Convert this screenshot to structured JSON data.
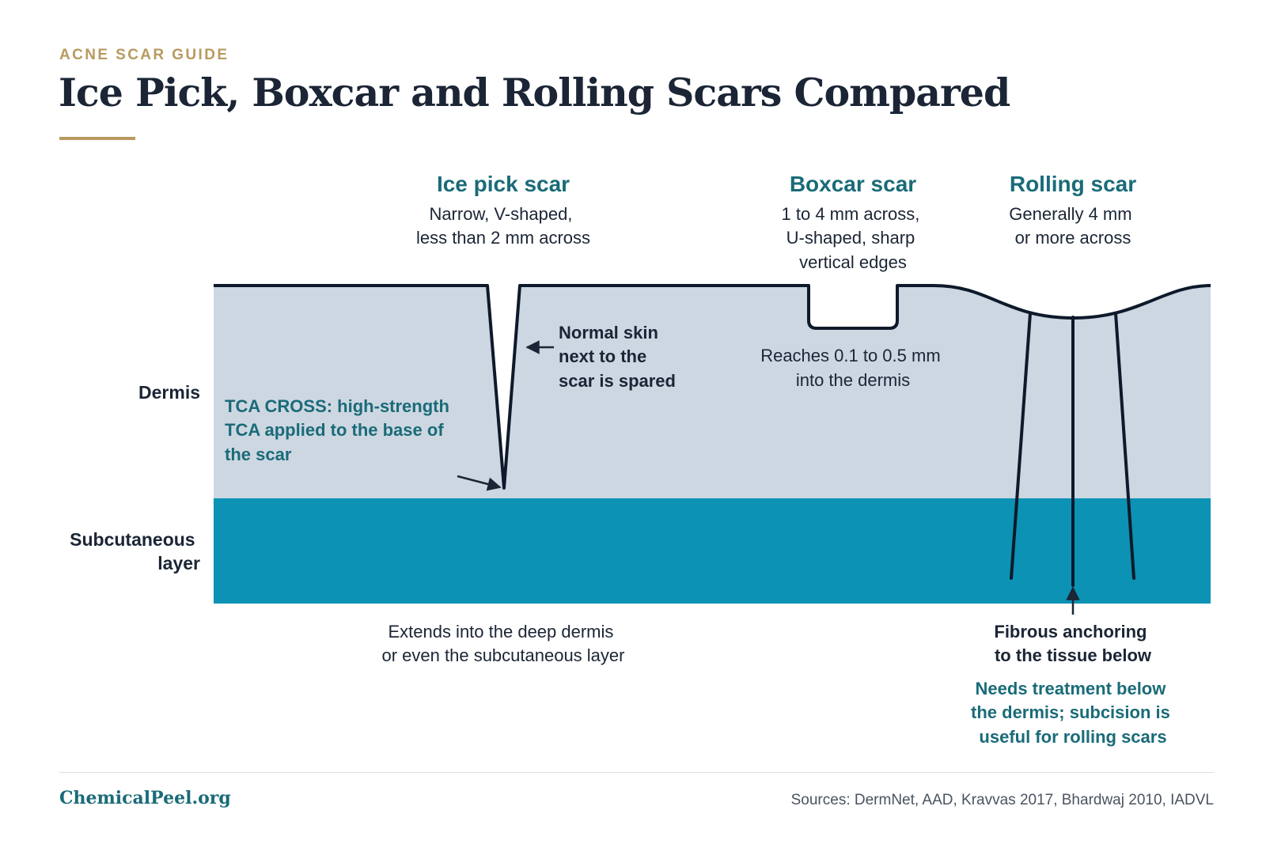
{
  "header": {
    "kicker": "ACNE SCAR GUIDE",
    "title": "Ice Pick, Boxcar and Rolling Scars Compared"
  },
  "layers": {
    "dermis": "Dermis",
    "subcutaneous": [
      "Subcutaneous",
      "layer"
    ]
  },
  "scars": {
    "ice_pick": {
      "title": "Ice pick scar",
      "desc": [
        "Narrow, V-shaped,",
        "less than 2 mm across"
      ],
      "depth_note": [
        "Extends into the deep dermis",
        "or even the subcutaneous layer"
      ],
      "side_note": [
        "Normal skin",
        "next to the",
        "scar is spared"
      ],
      "treatment": [
        "TCA CROSS: high-strength",
        "TCA applied to the base of",
        "the scar"
      ]
    },
    "boxcar": {
      "title": "Boxcar scar",
      "desc": [
        "1 to 4 mm across,",
        "U-shaped, sharp",
        "vertical edges"
      ],
      "depth_note": [
        "Reaches 0.1 to 0.5 mm",
        "into the dermis"
      ]
    },
    "rolling": {
      "title": "Rolling scar",
      "desc": [
        "Generally 4 mm",
        "or more across"
      ],
      "anchor_note": [
        "Fibrous anchoring",
        "to the tissue below"
      ],
      "treatment": [
        "Needs treatment below",
        "the dermis; subcision is",
        "useful for rolling scars"
      ]
    }
  },
  "colors": {
    "dermis": "#cdd7e2",
    "subcutaneous": "#0b92b5",
    "outline": "#1b2535",
    "accent_teal": "#1a6b78",
    "gold": "#b89a5f"
  },
  "footer": {
    "brand": "ChemicalPeel.org",
    "sources": "Sources: DermNet, AAD, Kravvas 2017, Bhardwaj 2010, IADVL"
  }
}
